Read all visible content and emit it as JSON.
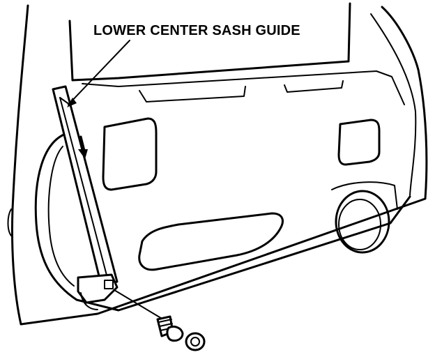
{
  "diagram": {
    "callout_label": "LOWER CENTER SASH GUIDE",
    "parts": [
      "door-panel",
      "sash-guide",
      "bolt-icon",
      "washer-icon",
      "speaker-opening"
    ]
  }
}
